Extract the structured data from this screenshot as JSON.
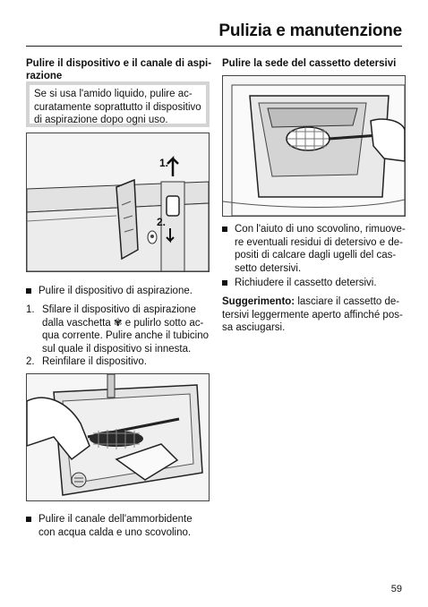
{
  "header": {
    "title": "Pulizia e manutenzione"
  },
  "left": {
    "heading": "Pulire il dispositivo e il canale di aspi-razione",
    "heading_lines": [
      "Pulire il dispositivo e il canale di aspi-",
      "razione"
    ],
    "note_lines": [
      "Se si usa l'amido liquido, pulire ac-",
      "curatamente soprattutto il dispositivo",
      "di aspirazione dopo ogni uso."
    ],
    "figure1_labels": [
      "1.",
      "2."
    ],
    "bullet1": "Pulire il dispositivo di aspirazione.",
    "step1_number": "1.",
    "step1_lines": [
      "Sfilare il dispositivo di aspirazione",
      "dalla vaschetta ✾ e pulirlo sotto ac-",
      "qua corrente. Pulire anche il tubicino",
      "sul quale il dispositivo si innesta."
    ],
    "step2_number": "2.",
    "step2": "Reinfilare il dispositivo.",
    "bullet2_lines": [
      "Pulire il canale dell'ammorbidente",
      "con acqua calda e uno scovolino."
    ]
  },
  "right": {
    "heading": "Pulire la sede del cassetto detersivi",
    "bullet1_lines": [
      "Con l'aiuto di uno scovolino, rimuove-",
      "re eventuali residui di detersivo e de-",
      "positi di calcare dagli ugelli del cas-",
      "setto detersivi."
    ],
    "bullet2": "Richiudere il cassetto detersivi.",
    "tip_label": "Suggerimento:",
    "tip_lines": [
      " lasciare il cassetto de-",
      "tersivi leggermente aperto affinché pos-",
      "sa asciugarsi."
    ]
  },
  "footer": {
    "page_number": "59"
  }
}
